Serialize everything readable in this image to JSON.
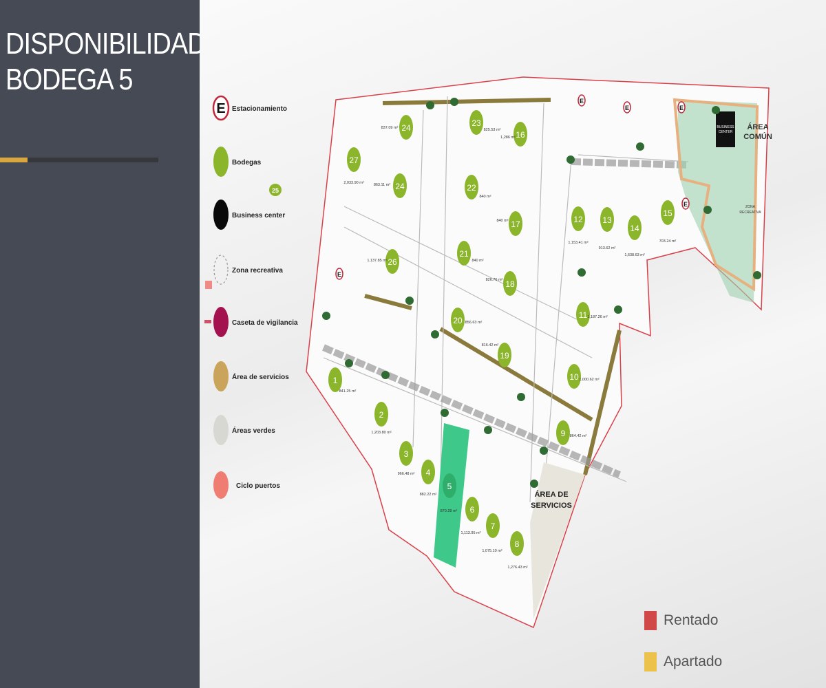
{
  "header": {
    "title_line1": "DISPONIBILIDAD",
    "title_line2": "BODEGA 5"
  },
  "legend": [
    {
      "label": "Estacionamiento",
      "icon": "parking-e-icon",
      "color": "#c0283a"
    },
    {
      "label": "Bodegas",
      "icon": "green-circle-icon",
      "color": "#8bb52a"
    },
    {
      "label": "Business center",
      "icon": "black-circle-icon",
      "color": "#0a0a0a"
    },
    {
      "label": "Zona recreativa",
      "icon": "dashed-circle-icon",
      "color": "#999999"
    },
    {
      "label": "Caseta de vigilancia",
      "icon": "magenta-circle-icon",
      "color": "#a3124f"
    },
    {
      "label": "Área de servicios",
      "icon": "tan-circle-icon",
      "color": "#c9a45a"
    },
    {
      "label": "Áreas verdes",
      "icon": "grey-circle-icon",
      "color": "#d8d8d2"
    },
    {
      "label": "Ciclo  puertos",
      "icon": "salmon-circle-icon",
      "color": "#ef7d72"
    }
  ],
  "stray_badge": "25",
  "parking_letter": "E",
  "bodegas": [
    {
      "num": "27",
      "area": "2,033.90 m²"
    },
    {
      "num": "24",
      "area": "837.09 m²"
    },
    {
      "num": "24",
      "area": "863.11 m²"
    },
    {
      "num": "26",
      "area": "1,137.85 m²"
    },
    {
      "num": "23",
      "area": "825.53 m²"
    },
    {
      "num": "16",
      "area": "1,286 m²"
    },
    {
      "num": "22",
      "area": "840 m²"
    },
    {
      "num": "17",
      "area": "840 m²"
    },
    {
      "num": "21",
      "area": "840 m²"
    },
    {
      "num": "18",
      "area": "826.76 m²"
    },
    {
      "num": "20",
      "area": "856.63 m²"
    },
    {
      "num": "19",
      "area": "816.42 m²"
    },
    {
      "num": "11",
      "area": "1,187.26 m²"
    },
    {
      "num": "10",
      "area": "1,000.62 m²"
    },
    {
      "num": "9",
      "area": "864.42 m²"
    },
    {
      "num": "12",
      "area": "1,153.41 m²"
    },
    {
      "num": "13",
      "area": "913.62 m²"
    },
    {
      "num": "14",
      "area": "1,638.63 m²"
    },
    {
      "num": "15",
      "area": "703.24 m²"
    },
    {
      "num": "1",
      "area": "841.25 m²"
    },
    {
      "num": "2",
      "area": "1,203.80 m²"
    },
    {
      "num": "3",
      "area": "966.48 m²"
    },
    {
      "num": "4",
      "area": "882.22 m²"
    },
    {
      "num": "5",
      "area": "870.28 m²",
      "highlighted": true
    },
    {
      "num": "6",
      "area": "1,113.95 m²"
    },
    {
      "num": "7",
      "area": "1,075.10 m²"
    },
    {
      "num": "8",
      "area": "1,276.43 m²"
    }
  ],
  "areas": {
    "comun": [
      "ÁREA",
      "COMÚN"
    ],
    "servicios": [
      "ÁREA DE",
      "SERVICIOS"
    ],
    "business": [
      "BUSINESS",
      "CENTER"
    ],
    "zona": [
      "ZONA",
      "RECREATIVA"
    ]
  },
  "colors": {
    "bodega": "#8bb52a",
    "highlight": "#3ec98a",
    "boundary": "#d8404a",
    "service": "#8a7a3c",
    "green_area": "#9fd2b0",
    "path": "#e6b07f"
  },
  "status_legend": [
    {
      "label": "Rentado",
      "color": "#d04848"
    },
    {
      "label": "Apartado",
      "color": "#ecc24a"
    }
  ]
}
